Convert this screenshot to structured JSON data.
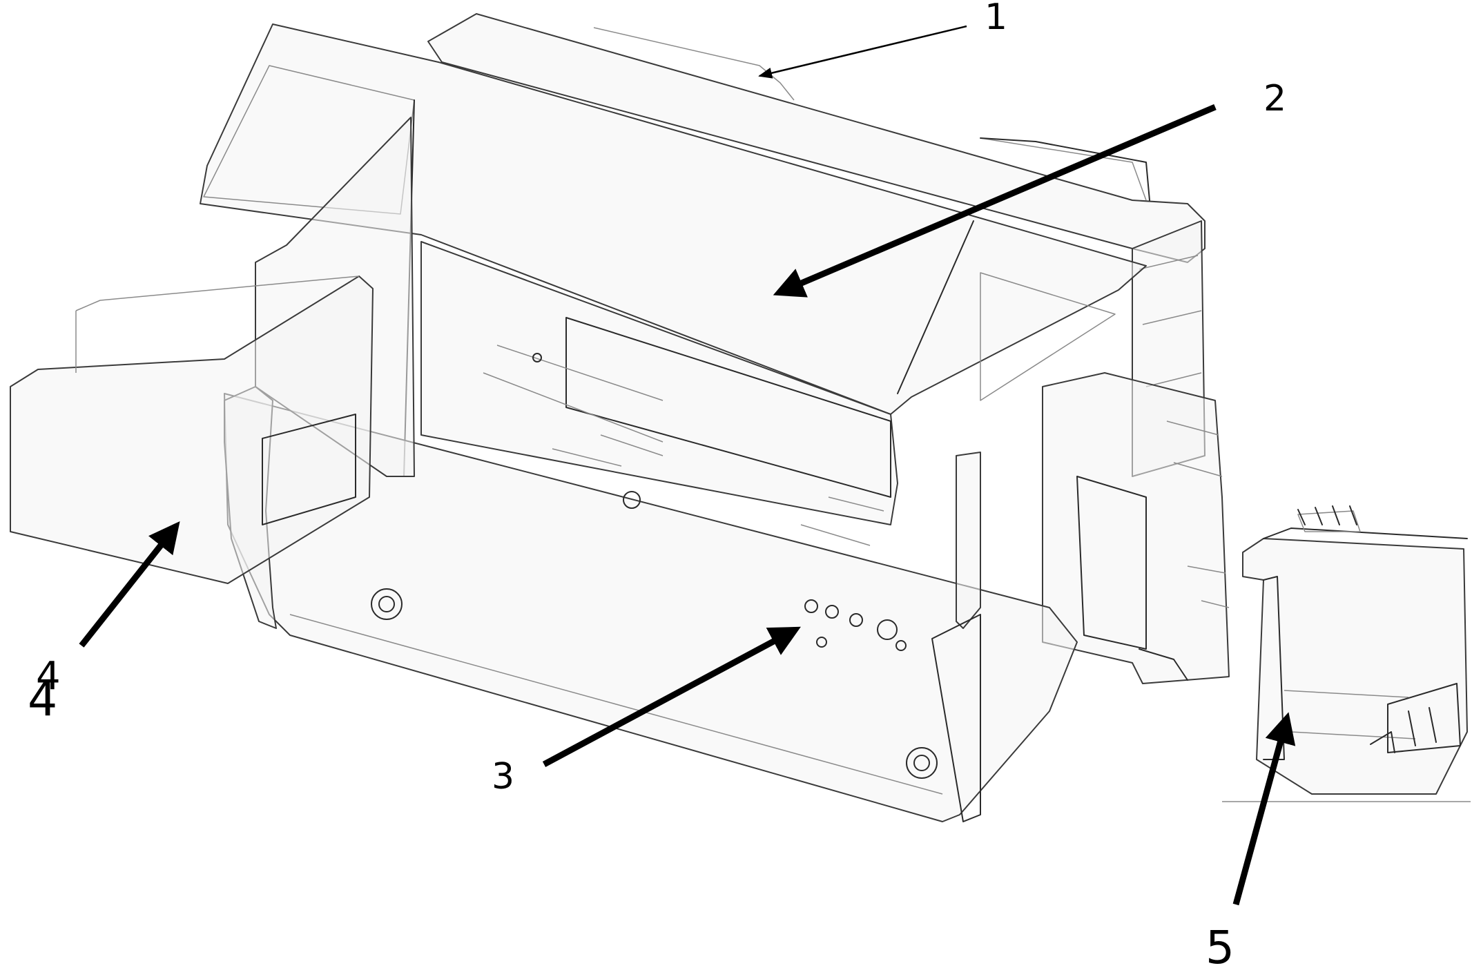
{
  "callouts": [
    {
      "id": "1",
      "label": "1"
    },
    {
      "id": "2",
      "label": "2"
    },
    {
      "id": "3",
      "label": "3"
    },
    {
      "id": "4",
      "label": "4"
    },
    {
      "id": "4b",
      "label": "4"
    },
    {
      "id": "5",
      "label": "5"
    }
  ]
}
